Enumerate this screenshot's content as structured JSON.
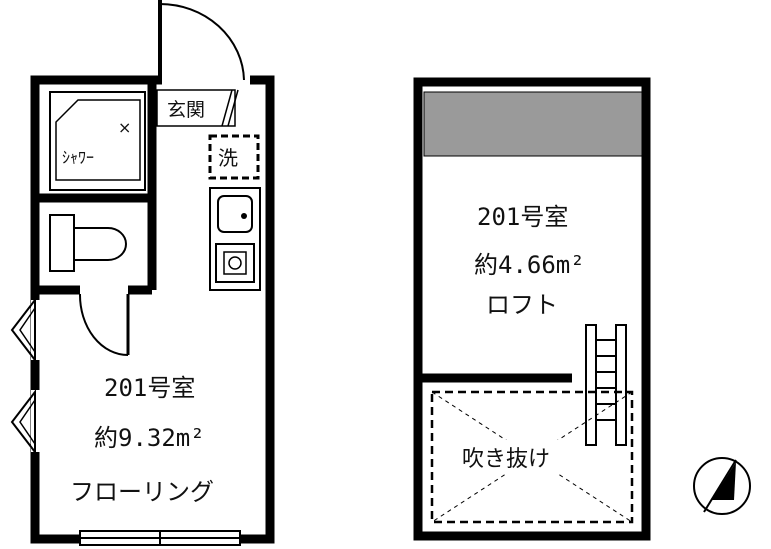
{
  "main_floor": {
    "room_number": "201号室",
    "area": "約9.32m²",
    "floor_type": "フローリング",
    "entrance": "玄関",
    "washer": "洗",
    "shower": "ｼｬﾜｰ"
  },
  "loft": {
    "room_number": "201号室",
    "area": "約4.66m²",
    "label": "ロフト",
    "atrium": "吹き抜け"
  },
  "colors": {
    "wall": "#000000",
    "roof_band": "#9a9a9a",
    "background": "#ffffff"
  },
  "compass_icon": "north-arrow-icon"
}
